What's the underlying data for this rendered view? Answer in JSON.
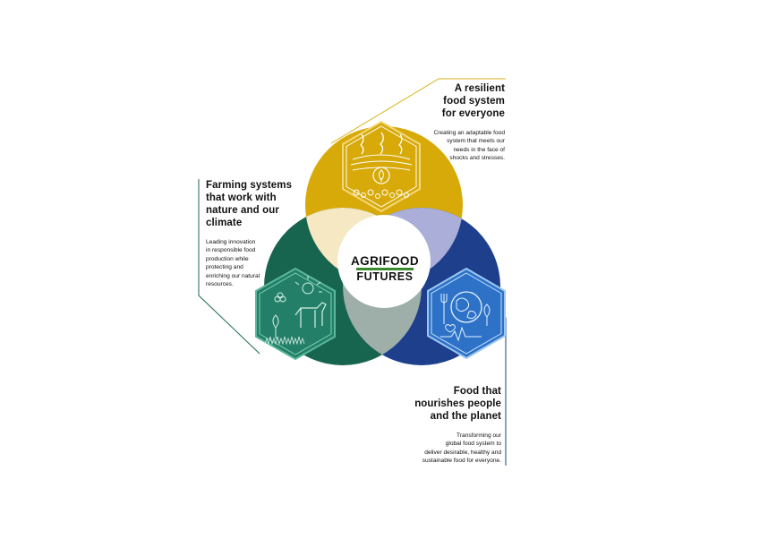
{
  "center": {
    "line1": "AGRIFOOD",
    "line2": "FUTURES"
  },
  "sections": {
    "resilient": {
      "heading": [
        "A resilient",
        "food system",
        "for everyone"
      ],
      "body": [
        "Creating an adaptable food",
        "system that meets our",
        "needs in the face of",
        "shocks and stresses."
      ]
    },
    "farming": {
      "heading": [
        "Farming systems",
        "that work with",
        "nature and our",
        "climate"
      ],
      "body": [
        "Leading innovation",
        "in responsible food",
        "production while",
        "protecting and",
        "enriching our natural",
        "resources."
      ]
    },
    "nourish": {
      "heading": [
        "Food that",
        "nourishes people",
        "and the planet"
      ],
      "body": [
        "Transforming our",
        "global food system to",
        "deliver desirable, healthy and",
        "sustainable food for everyone."
      ]
    }
  },
  "colors": {
    "yellow": "#d7aa0a",
    "green": "#17644f",
    "blue": "#1d3f8c",
    "yellow_green_overlap": "#f6e8c3",
    "yellow_blue_overlap": "#aaaed8",
    "green_blue_overlap": "#9eaea8",
    "hex_teal": "#237f68",
    "hex_teal_border": "#5bb89c",
    "hex_blue": "#2e72c8",
    "hex_blue_border": "#9dc8f1",
    "hex_yellow_border": "#f3d77a",
    "leader_yellow": "#d9b11a",
    "leader_green": "#1c6a52",
    "leader_blue": "#1d3f8c",
    "accent_bar": "#3a8a2c"
  },
  "icons": {
    "yellow_hex": "resilience-icon",
    "green_hex": "nature-farming-icon",
    "blue_hex": "nourishment-planet-icon"
  }
}
